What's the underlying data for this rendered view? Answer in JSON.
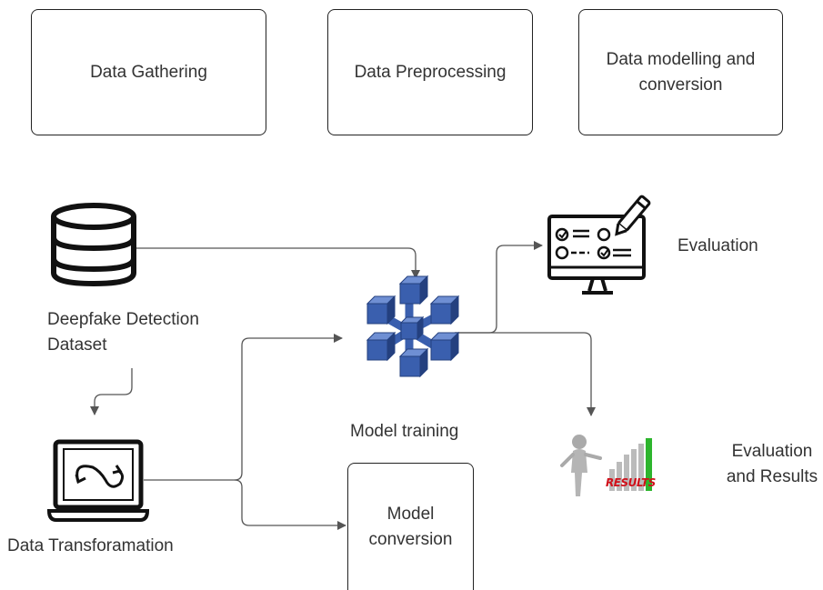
{
  "stages": [
    {
      "id": "gathering",
      "label": "Data Gathering"
    },
    {
      "id": "preprocessing",
      "label": "Data Preprocessing"
    },
    {
      "id": "modelling",
      "label": "Data modelling and conversion"
    }
  ],
  "nodes": {
    "dataset": {
      "label": "Deepfake Detection Dataset",
      "icon": "database-icon"
    },
    "transformation": {
      "label": "Data Transforamation",
      "icon": "laptop-cycle-icon"
    },
    "training": {
      "label": "Model training",
      "icon": "cube-network-icon"
    },
    "conversion": {
      "label": "Model conversion"
    },
    "evaluation": {
      "label": "Evaluation",
      "icon": "checklist-monitor-icon"
    },
    "results": {
      "label": "Evaluation and Results",
      "icon": "results-chart-icon",
      "badge": "RESULTS"
    }
  },
  "colors": {
    "line": "#555555",
    "cube": "#3a5fae",
    "cube_dark": "#24407f",
    "cube_light": "#6f8fd3",
    "results_red": "#d0101a",
    "results_green": "#2db52d"
  }
}
